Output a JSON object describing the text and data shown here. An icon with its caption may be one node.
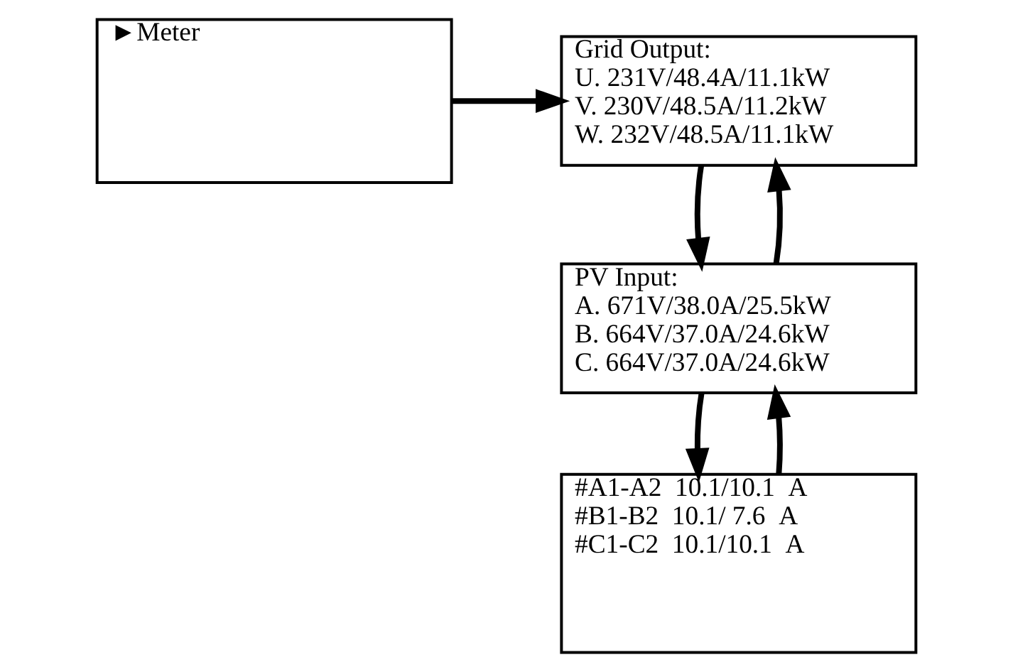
{
  "diagram": {
    "nodes": [
      {
        "text": [
          "►Meter"
        ]
      },
      {
        "text": [
          "Grid Output:",
          "U. 231V/48.4A/11.1kW",
          "V. 230V/48.5A/11.2kW",
          "W. 232V/48.5A/11.1kW"
        ]
      },
      {
        "text": [
          "PV Input:",
          "A. 671V/38.0A/25.5kW",
          "B. 664V/37.0A/24.6kW",
          "C. 664V/37.0A/24.6kW"
        ]
      },
      {
        "text": [
          "#A1-A2  10.1/10.1  A",
          "#B1-B2  10.1/ 7.6  A",
          "#C1-C2  10.1/10.1  A"
        ]
      }
    ],
    "edges": [
      {
        "from": 0,
        "to": 1,
        "arrow": "to"
      },
      {
        "from": 1,
        "to": 2,
        "arrow": "to"
      },
      {
        "from": 2,
        "to": 1,
        "arrow": "to"
      },
      {
        "from": 2,
        "to": 3,
        "arrow": "to"
      },
      {
        "from": 3,
        "to": 2,
        "arrow": "to"
      }
    ]
  }
}
